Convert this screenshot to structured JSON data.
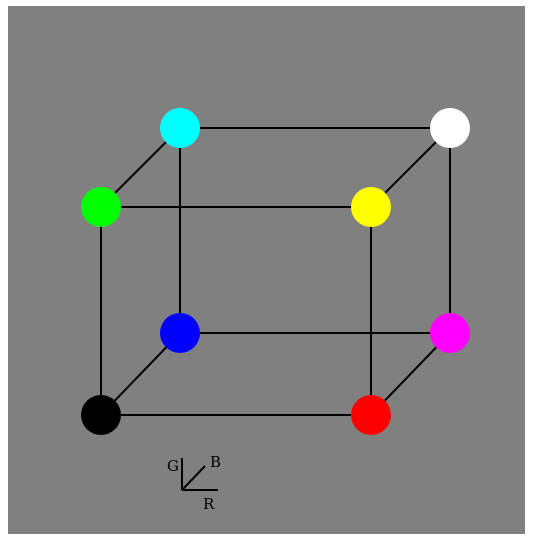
{
  "diagram": {
    "type": "rgb-color-cube",
    "background_color": "#808080",
    "edge_color": "#000000",
    "vertices": [
      {
        "id": "black",
        "color": "#000000"
      },
      {
        "id": "red",
        "color": "#ff0000"
      },
      {
        "id": "blue",
        "color": "#0000ff"
      },
      {
        "id": "magenta",
        "color": "#ff00ff"
      },
      {
        "id": "green",
        "color": "#00ff00"
      },
      {
        "id": "yellow",
        "color": "#ffff00"
      },
      {
        "id": "cyan",
        "color": "#00ffff"
      },
      {
        "id": "white",
        "color": "#ffffff"
      }
    ],
    "edges": [
      [
        "black",
        "red"
      ],
      [
        "black",
        "green"
      ],
      [
        "black",
        "blue"
      ],
      [
        "red",
        "yellow"
      ],
      [
        "red",
        "magenta"
      ],
      [
        "green",
        "yellow"
      ],
      [
        "green",
        "cyan"
      ],
      [
        "blue",
        "magenta"
      ],
      [
        "blue",
        "cyan"
      ],
      [
        "yellow",
        "white"
      ],
      [
        "magenta",
        "white"
      ],
      [
        "cyan",
        "white"
      ]
    ],
    "axes_legend": {
      "g_label": "G",
      "b_label": "B",
      "r_label": "R"
    }
  }
}
